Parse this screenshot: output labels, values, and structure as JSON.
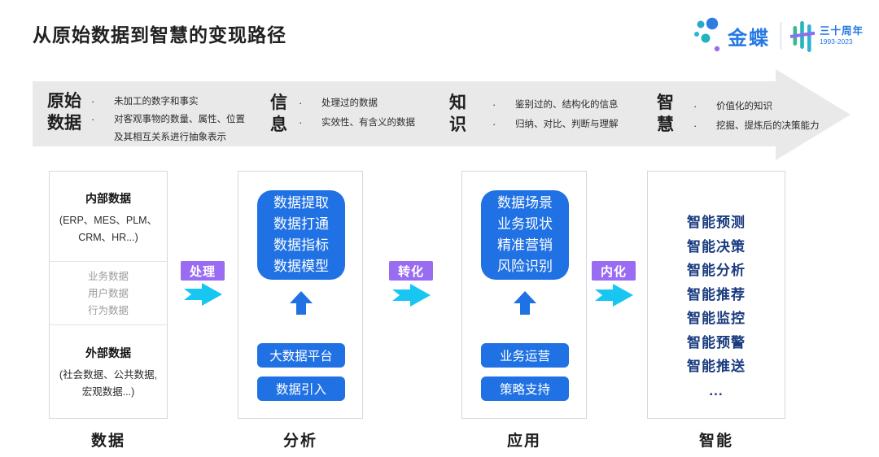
{
  "page": {
    "title": "从原始数据到智慧的变现路径"
  },
  "logo": {
    "brand": "金蝶",
    "anniversary": "三十周年",
    "years": "1993-2023"
  },
  "band": {
    "bullet_char": "·",
    "stages": [
      {
        "title_lines": [
          "原始",
          "数据"
        ],
        "bullets": [
          "未加工的数字和事实",
          "对客观事物的数量、属性、位置及其相互关系进行抽象表示"
        ]
      },
      {
        "title_lines": [
          "信",
          "息"
        ],
        "bullets": [
          "处理过的数据",
          "实效性、有含义的数据"
        ]
      },
      {
        "title_lines": [
          "知",
          "识"
        ],
        "bullets": [
          "鉴别过的、结构化的信息",
          "归纳、对比、判断与理解"
        ]
      },
      {
        "title_lines": [
          "智",
          "慧"
        ],
        "bullets": [
          "价值化的知识",
          "挖掘、提炼后的决策能力"
        ]
      }
    ]
  },
  "columns": [
    {
      "label": "数据",
      "sections": [
        {
          "title": "内部数据",
          "lines": [
            "(ERP、MES、PLM、",
            "CRM、HR...)"
          ]
        },
        {
          "items": [
            "业务数据",
            "用户数据",
            "行为数据"
          ]
        },
        {
          "title": "外部数据",
          "lines": [
            "(社会数据、公共数据,",
            "宏观数据...)"
          ]
        }
      ]
    },
    {
      "label": "分析",
      "card_lines": [
        "数据提取",
        "数据打通",
        "数据指标",
        "数据模型"
      ],
      "buttons": [
        "大数据平台",
        "数据引入"
      ]
    },
    {
      "label": "应用",
      "card_lines": [
        "数据场景",
        "业务现状",
        "精准营销",
        "风险识别"
      ],
      "buttons": [
        "业务运营",
        "策略支持"
      ]
    },
    {
      "label": "智能",
      "items": [
        "智能预测",
        "智能决策",
        "智能分析",
        "智能推荐",
        "智能监控",
        "智能预警",
        "智能推送",
        "..."
      ]
    }
  ],
  "connectors": [
    {
      "label": "处理"
    },
    {
      "label": "转化"
    },
    {
      "label": "内化"
    }
  ],
  "icons": {
    "up_arrow": "block-arrow-up",
    "right_arrow": "block-arrow-right-notched",
    "logo_dots": "dot-cluster-butterfly",
    "thirty_glyph": "stylized-thirty-strokes"
  },
  "colors": {
    "primary_blue": "#2071e3",
    "navy_text": "#1a3b80",
    "purple_label": "#9a6cf2",
    "cyan_arrow": "#18c6f2",
    "band_gray": "#e9e9e9",
    "brand_blue": "#2679e4"
  }
}
